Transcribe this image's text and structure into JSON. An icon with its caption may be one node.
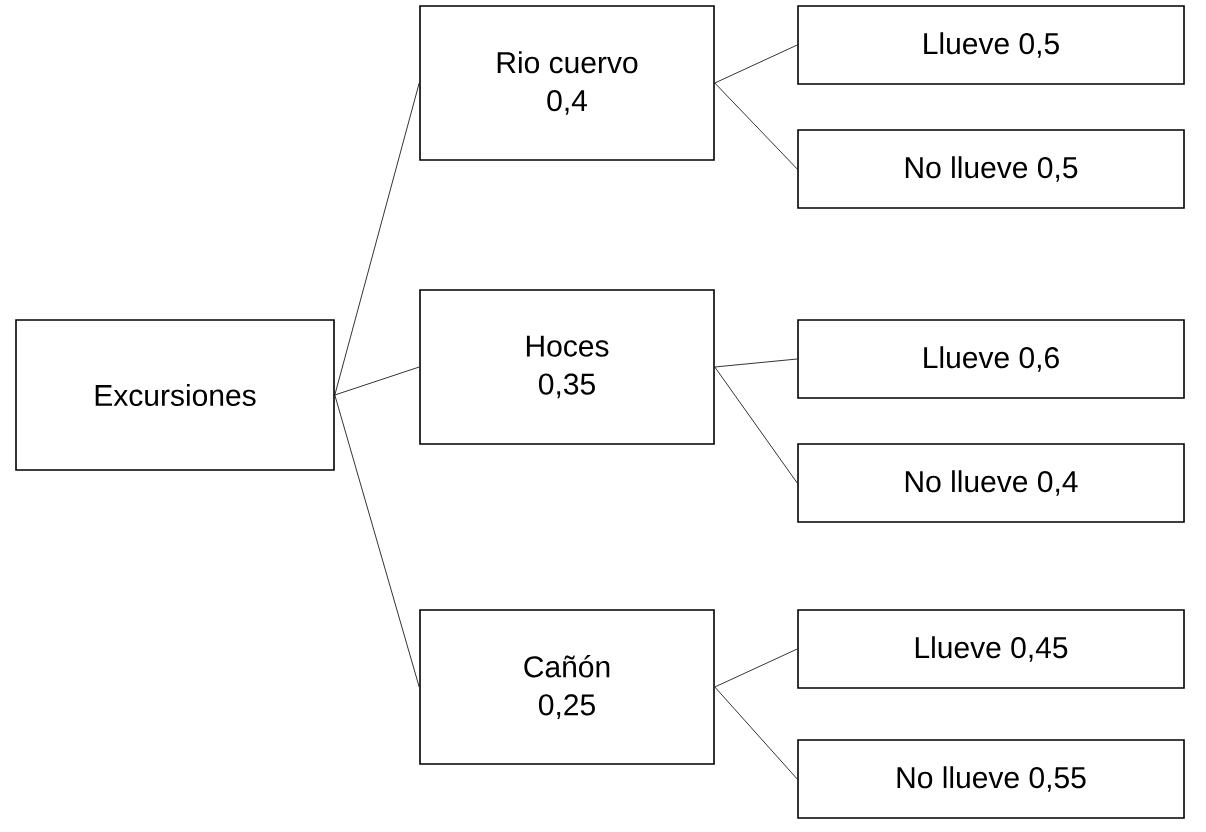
{
  "diagram": {
    "nodes": [
      {
        "text": [
          "Excursiones"
        ]
      },
      {
        "text": [
          "Rio cuervo",
          "0,4"
        ]
      },
      {
        "text": [
          "Hoces",
          "0,35"
        ]
      },
      {
        "text": [
          "Cañón",
          "0,25"
        ]
      },
      {
        "text": [
          "Llueve 0,5"
        ]
      },
      {
        "text": [
          "No llueve 0,5"
        ]
      },
      {
        "text": [
          "Llueve 0,6"
        ]
      },
      {
        "text": [
          "No llueve 0,4"
        ]
      },
      {
        "text": [
          "Llueve 0,45"
        ]
      },
      {
        "text": [
          "No llueve 0,55"
        ]
      }
    ],
    "edges": [
      {
        "from": 0,
        "to": 1,
        "arrow": "none"
      },
      {
        "from": 0,
        "to": 2,
        "arrow": "none"
      },
      {
        "from": 0,
        "to": 3,
        "arrow": "none"
      },
      {
        "from": 1,
        "to": 4,
        "arrow": "none"
      },
      {
        "from": 1,
        "to": 5,
        "arrow": "none"
      },
      {
        "from": 2,
        "to": 6,
        "arrow": "none"
      },
      {
        "from": 2,
        "to": 7,
        "arrow": "none"
      },
      {
        "from": 3,
        "to": 8,
        "arrow": "none"
      },
      {
        "from": 3,
        "to": 9,
        "arrow": "none"
      }
    ]
  }
}
